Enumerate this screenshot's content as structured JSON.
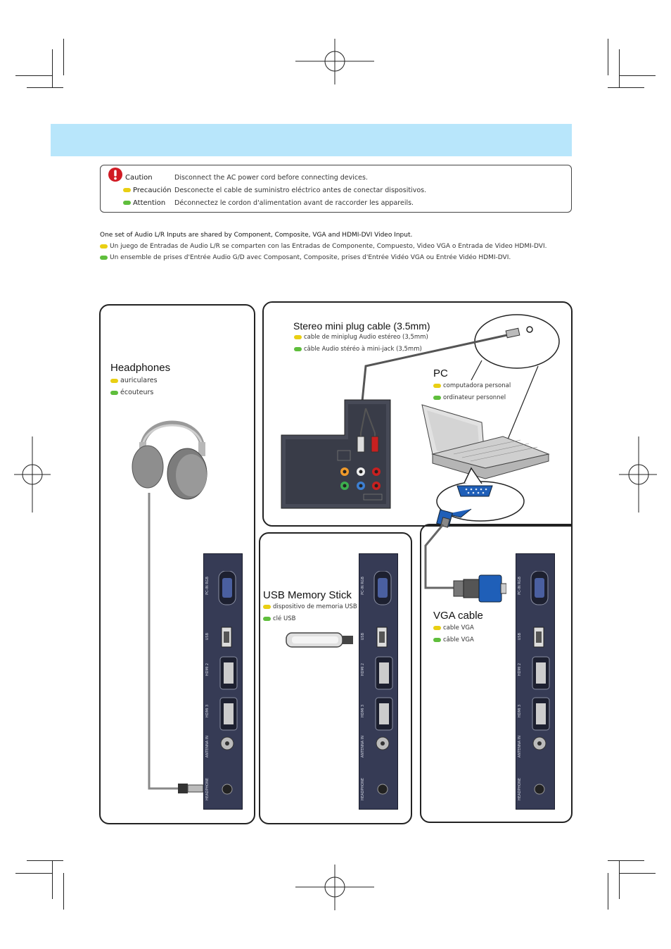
{
  "caution": {
    "en_label": "Caution",
    "en_text": "Disconnect the AC power cord before connecting devices.",
    "es_label": "Precaución",
    "es_text": "Desconecte el cable de suministro eléctrico antes de conectar dispositivos.",
    "fr_label": "Attention",
    "fr_text": "Déconnectez le cordon d'alimentation avant de raccorder les appareils."
  },
  "notes": {
    "en": "One set of Audio L/R Inputs are shared by Component, Composite, VGA and HDMI-DVI Video Input.",
    "es": "Un juego de Entradas de Audio L/R se comparten con las Entradas de Componente, Compuesto, Video VGA o Entrada de Video HDMI-DVI.",
    "fr": "Un ensemble de prises d'Entrée Audio G/D avec Composant, Composite, prises d'Entrée Vidéo VGA ou Entrée Vidéo HDMI-DVI."
  },
  "headphones": {
    "title": "Headphones",
    "es": "auriculares",
    "fr": "écouteurs"
  },
  "stereo": {
    "title": "Stereo mini plug cable (3.5mm)",
    "es": "cable de miniplug Audio estéreo (3,5mm)",
    "fr": "câble Audio stéréo à mini-jack (3,5mm)"
  },
  "pc": {
    "title": "PC",
    "es": "computadora personal",
    "fr": "ordinateur personnel"
  },
  "usb": {
    "title": "USB Memory Stick",
    "es": "dispositivo de memoria USB",
    "fr": "clé USB"
  },
  "vga": {
    "title": "VGA cable",
    "es": "cable VGA",
    "fr": "câble VGA"
  },
  "port_labels": {
    "pc_in": "PC-IN RGB",
    "usb": "USB",
    "hdmi2": "HDMI 2",
    "hdmi3": "HDMI 3",
    "antenna": "ANTENNA IN",
    "headphone": "HEADPHONE"
  },
  "colors": {
    "banner": "#b8e6fb",
    "spanish_dot": "#e9cf13",
    "french_dot": "#5fbe3c",
    "panel_strip": "#363b55",
    "vga_connector": "#1f5fb8"
  }
}
